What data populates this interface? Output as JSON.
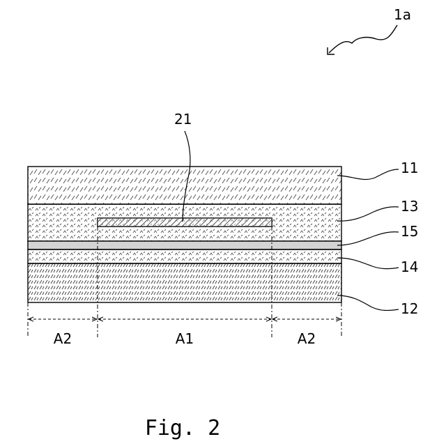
{
  "figure": {
    "assembly_ref": "1a",
    "caption": "Fig. 2",
    "layers": [
      {
        "ref": "11"
      },
      {
        "ref": "13"
      },
      {
        "ref": "15"
      },
      {
        "ref": "14"
      },
      {
        "ref": "12"
      }
    ],
    "embedded_element": {
      "ref": "21"
    },
    "regions": [
      {
        "label": "A2"
      },
      {
        "label": "A1"
      },
      {
        "label": "A2"
      }
    ]
  }
}
